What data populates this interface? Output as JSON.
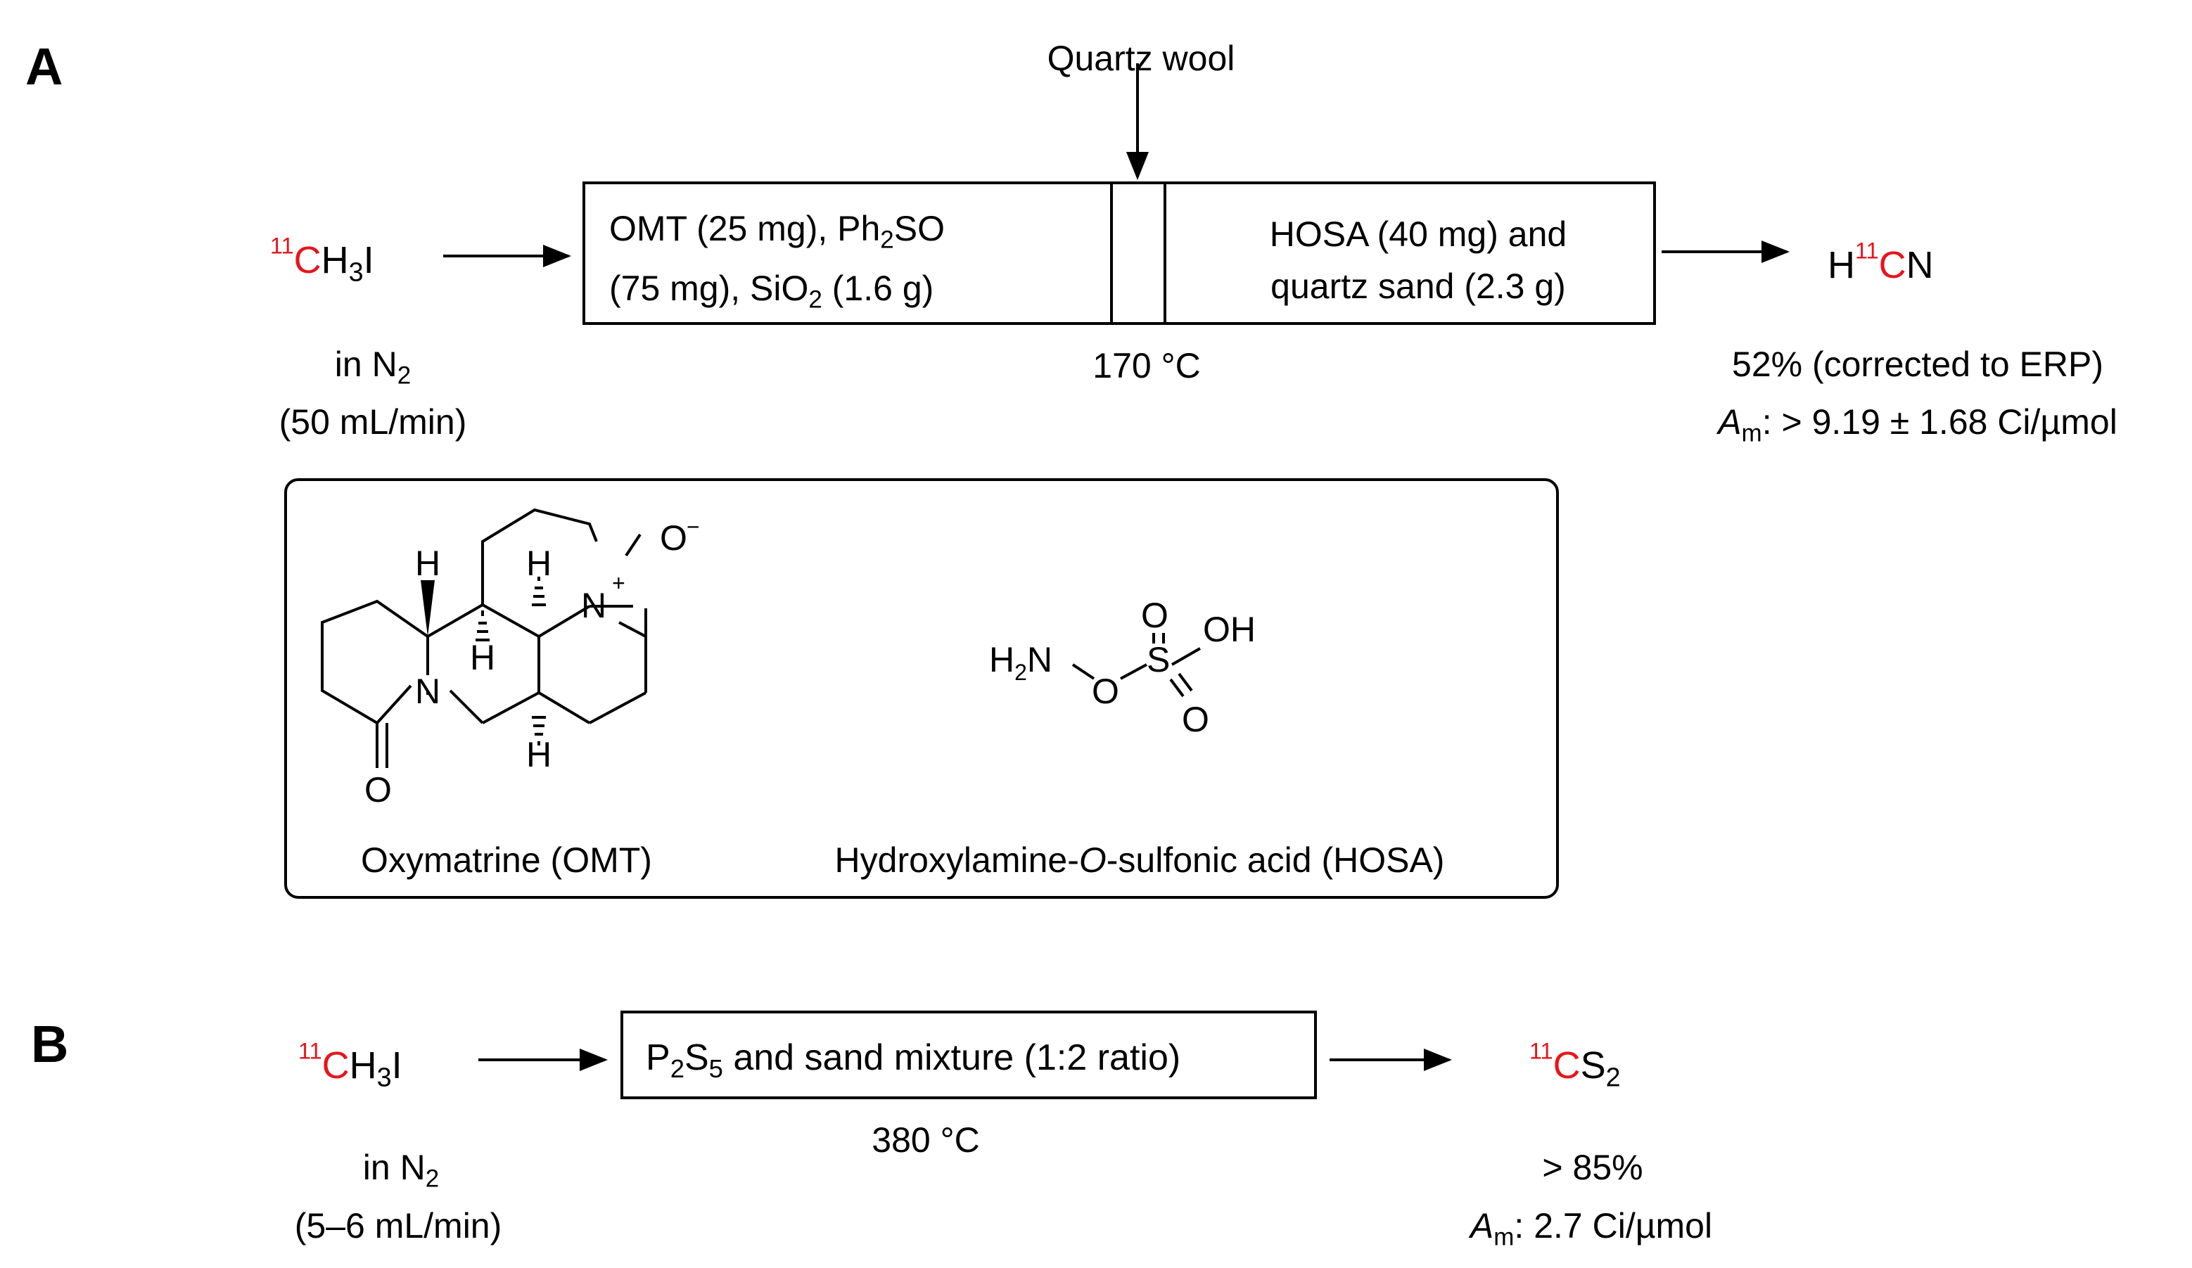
{
  "panel_a": {
    "label": "A",
    "quartz_wool": "Quartz wool",
    "reagent": {
      "iso": "11",
      "elem": "C",
      "rest": "H",
      "sub": "3",
      "tail": "I"
    },
    "carrier_line1": "in N",
    "carrier_sub": "2",
    "carrier_line2": "(50 mL/min)",
    "left_chamber": {
      "l1a": "OMT (25 mg), Ph",
      "l1sub": "2",
      "l1b": "SO",
      "l2a": "(75 mg), SiO",
      "l2sub": "2",
      "l2b": " (1.6 g)"
    },
    "right_chamber": {
      "l1": "HOSA (40 mg) and",
      "l2": "quartz sand (2.3 g)"
    },
    "temperature": "170 °C",
    "product": {
      "h": "H",
      "iso": "11",
      "elem": "C",
      "tail": "N"
    },
    "yield": "52% (corrected to ERP)",
    "am_label": "A",
    "am_sub": "m",
    "am_value": ": > 9.19 ± 1.68 Ci/µmol"
  },
  "structures": {
    "omt_name": "Oxymatrine (OMT)",
    "hosa_name_a": "Hydroxylamine-",
    "hosa_name_b": "O",
    "hosa_name_c": "-sulfonic acid (HOSA)",
    "atoms": {
      "H": "H",
      "N": "N",
      "plus": "+",
      "O": "O",
      "minus": "−",
      "H2N_a": "H",
      "H2N_sub": "2",
      "H2N_b": "N",
      "S": "S",
      "OH": "OH"
    }
  },
  "panel_b": {
    "label": "B",
    "reagent": {
      "iso": "11",
      "elem": "C",
      "rest": "H",
      "sub": "3",
      "tail": "I"
    },
    "carrier_line1": "in N",
    "carrier_sub": "2",
    "carrier_line2": "(5–6 mL/min)",
    "box_a": "P",
    "box_sub1": "2",
    "box_b": "S",
    "box_sub2": "5",
    "box_c": " and sand mixture (1:2 ratio)",
    "temperature": "380 °C",
    "product": {
      "iso": "11",
      "elem": "C",
      "rest": "S",
      "sub": "2"
    },
    "yield": "> 85%",
    "am_label": "A",
    "am_sub": "m",
    "am_value": ": 2.7 Ci/µmol"
  },
  "colors": {
    "isotope": "#e8141b",
    "line": "#000000"
  }
}
